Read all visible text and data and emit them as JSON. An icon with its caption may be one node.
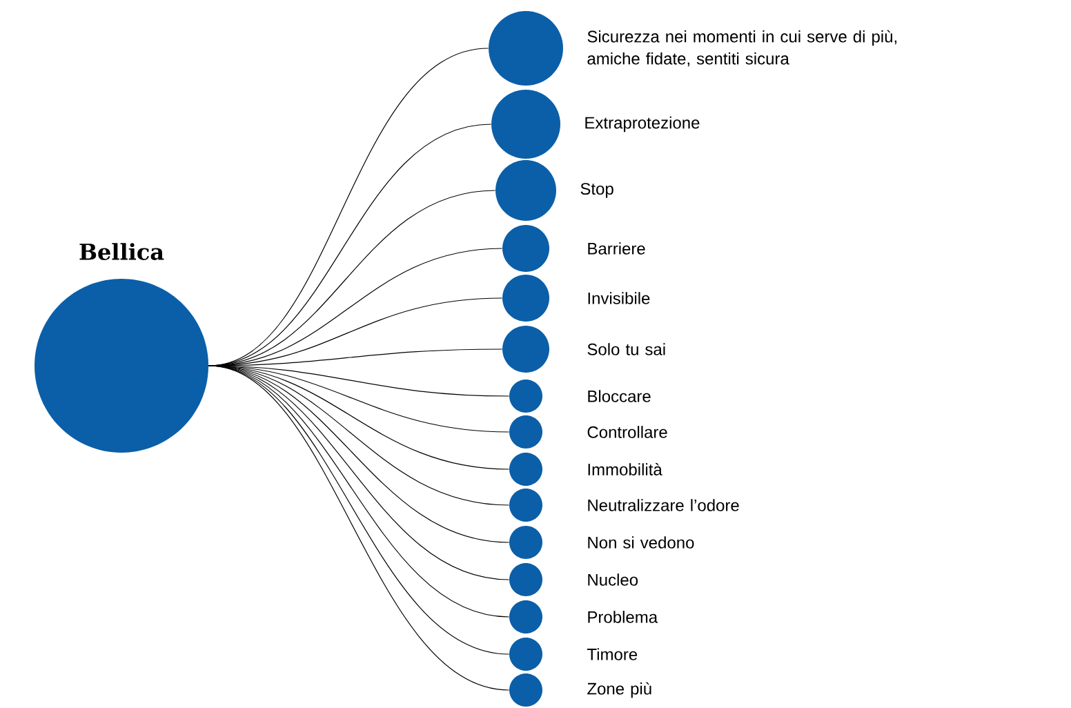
{
  "diagram": {
    "nodes": [
      {
        "text": [
          "Bellica"
        ]
      },
      {
        "text": [
          "Sicurezza nei momenti in cui serve di più, amiche fidate, sentiti sicura"
        ]
      },
      {
        "text": [
          "Extraprotezione"
        ]
      },
      {
        "text": [
          "Stop"
        ]
      },
      {
        "text": [
          "Barriere"
        ]
      },
      {
        "text": [
          "Invisibile"
        ]
      },
      {
        "text": [
          "Solo tu sai"
        ]
      },
      {
        "text": [
          "Bloccare"
        ]
      },
      {
        "text": [
          "Controllare"
        ]
      },
      {
        "text": [
          "Immobilità"
        ]
      },
      {
        "text": [
          "Neutralizzare l’odore"
        ]
      },
      {
        "text": [
          "Non si vedono"
        ]
      },
      {
        "text": [
          "Nucleo"
        ]
      },
      {
        "text": [
          "Problema"
        ]
      },
      {
        "text": [
          "Timore"
        ]
      },
      {
        "text": [
          "Zone più"
        ]
      }
    ],
    "edges": [
      {
        "from": 0,
        "to": 1,
        "arrow": "none"
      },
      {
        "from": 0,
        "to": 2,
        "arrow": "none"
      },
      {
        "from": 0,
        "to": 3,
        "arrow": "none"
      },
      {
        "from": 0,
        "to": 4,
        "arrow": "none"
      },
      {
        "from": 0,
        "to": 5,
        "arrow": "none"
      },
      {
        "from": 0,
        "to": 6,
        "arrow": "none"
      },
      {
        "from": 0,
        "to": 7,
        "arrow": "none"
      },
      {
        "from": 0,
        "to": 8,
        "arrow": "none"
      },
      {
        "from": 0,
        "to": 9,
        "arrow": "none"
      },
      {
        "from": 0,
        "to": 10,
        "arrow": "none"
      },
      {
        "from": 0,
        "to": 11,
        "arrow": "none"
      },
      {
        "from": 0,
        "to": 12,
        "arrow": "none"
      },
      {
        "from": 0,
        "to": 13,
        "arrow": "none"
      },
      {
        "from": 0,
        "to": 14,
        "arrow": "none"
      },
      {
        "from": 0,
        "to": 15,
        "arrow": "none"
      }
    ]
  }
}
